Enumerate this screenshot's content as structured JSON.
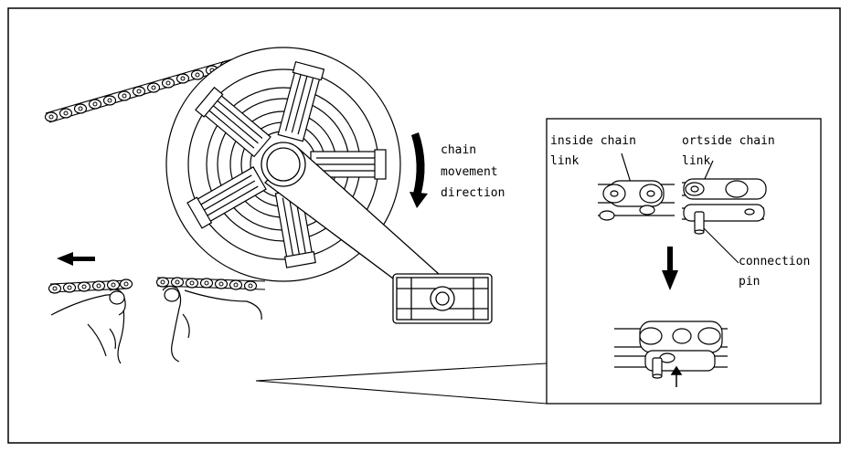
{
  "labels": {
    "chain_movement_1": "chain",
    "chain_movement_2": "movement",
    "chain_movement_3": "direction",
    "inside_chain_1": "inside chain",
    "inside_chain_2": "link",
    "outside_chain_1": "ortside chain",
    "outside_chain_2": "link",
    "connection_pin_1": "connection",
    "connection_pin_2": "pin"
  },
  "colors": {
    "stroke": "#000000",
    "background": "#ffffff"
  }
}
